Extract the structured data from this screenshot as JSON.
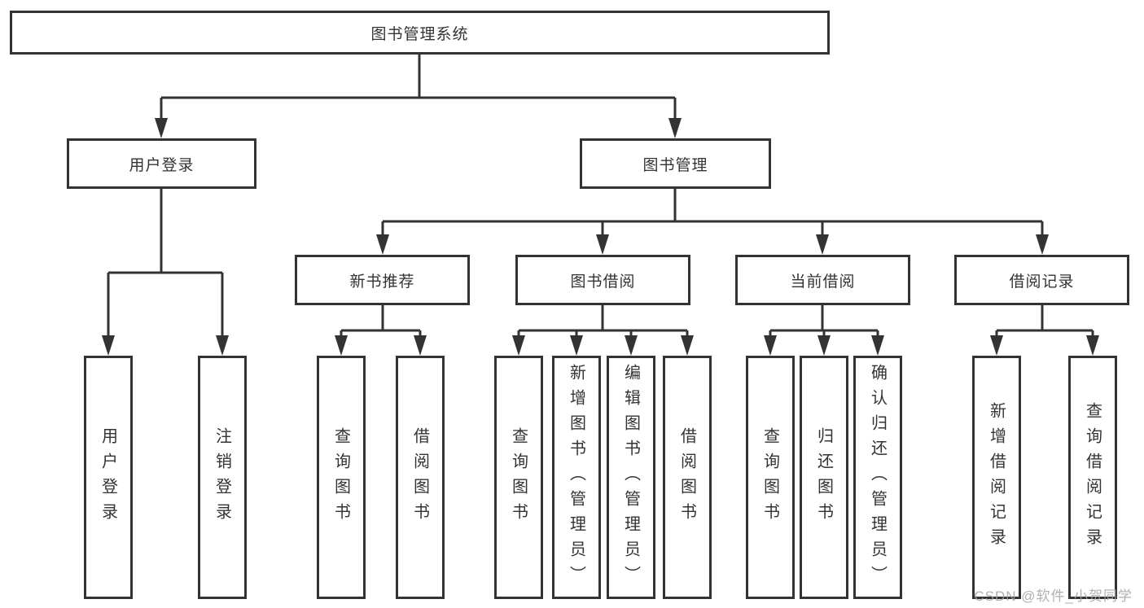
{
  "nodes": {
    "root": "图书管理系统",
    "user_login": "用户登录",
    "book_mgmt": "图书管理",
    "new_book_rec": "新书推荐",
    "book_borrow": "图书借阅",
    "current_borrow": "当前借阅",
    "borrow_record": "借阅记录",
    "leaf_user_login": "用户登录",
    "leaf_logout": "注销登录",
    "leaf_nb_query": "查询图书",
    "leaf_nb_borrow": "借阅图书",
    "leaf_bb_query": "查询图书",
    "leaf_bb_add": "新增图书（管理员）",
    "leaf_bb_edit": "编辑图书（管理员）",
    "leaf_bb_borrow": "借阅图书",
    "leaf_cb_query": "查询图书",
    "leaf_cb_return": "归还图书",
    "leaf_cb_confirm": "确认归还（管理员）",
    "leaf_br_add": "新增借阅记录",
    "leaf_br_query": "查询借阅记录"
  },
  "watermark": "CSDN @软件_小贺同学",
  "colors": {
    "line": "#333333",
    "box_border": "#333333",
    "box_fill": "#ffffff",
    "text": "#333333",
    "watermark": "#a2a2a2"
  }
}
